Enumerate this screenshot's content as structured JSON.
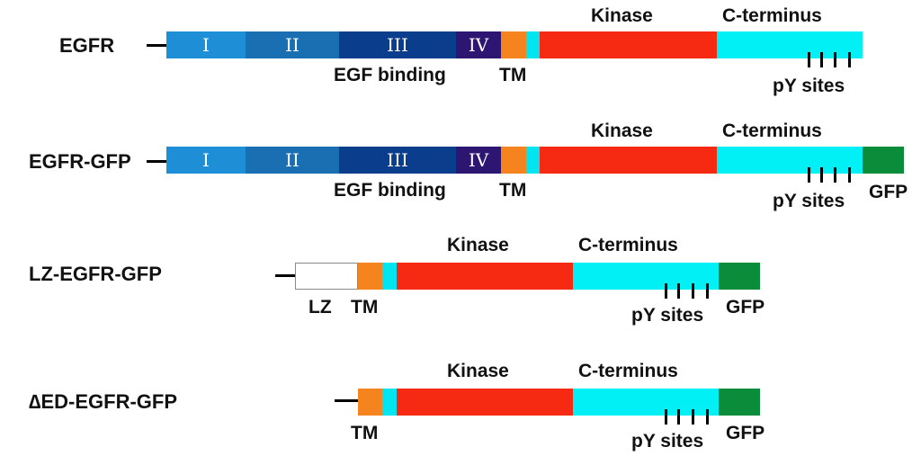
{
  "colors": {
    "domain_I": "#1e8fd6",
    "domain_II": "#1a6fb3",
    "domain_III": "#0a3d8c",
    "domain_IV": "#2c1672",
    "tm": "#f5841f",
    "juxtamembrane": "#00e5f0",
    "kinase": "#f62a12",
    "c_terminus": "#00f0f5",
    "gfp": "#0b8c3a",
    "lz": "#ffffff",
    "leader": "#000000"
  },
  "constructs": [
    {
      "name": "EGFR",
      "domains": {
        "I": "I",
        "II": "II",
        "III": "III",
        "IV": "IV"
      },
      "labels": {
        "kinase": "Kinase",
        "c_terminus": "C-terminus",
        "egf_binding": "EGF binding",
        "tm": "TM",
        "py_sites": "pY sites"
      }
    },
    {
      "name": "EGFR-GFP",
      "domains": {
        "I": "I",
        "II": "II",
        "III": "III",
        "IV": "IV"
      },
      "labels": {
        "kinase": "Kinase",
        "c_terminus": "C-terminus",
        "egf_binding": "EGF binding",
        "tm": "TM",
        "py_sites": "pY sites",
        "gfp": "GFP"
      }
    },
    {
      "name": "LZ-EGFR-GFP",
      "labels": {
        "kinase": "Kinase",
        "c_terminus": "C-terminus",
        "lz": "LZ",
        "tm": "TM",
        "py_sites": "pY sites",
        "gfp": "GFP"
      }
    },
    {
      "name": "∆ED-EGFR-GFP",
      "labels": {
        "kinase": "Kinase",
        "c_terminus": "C-terminus",
        "tm": "TM",
        "py_sites": "pY sites",
        "gfp": "GFP"
      }
    }
  ]
}
